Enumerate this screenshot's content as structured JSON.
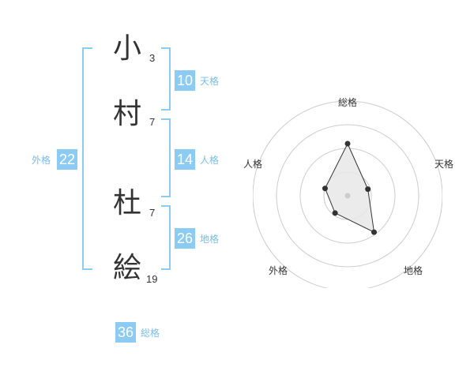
{
  "name": {
    "chars": [
      {
        "char": "小",
        "strokes": "3"
      },
      {
        "char": "村",
        "strokes": "7"
      },
      {
        "char": "杜",
        "strokes": "7"
      },
      {
        "char": "絵",
        "strokes": "19"
      }
    ]
  },
  "fortune": {
    "tenkaku": {
      "value": "10",
      "label": "天格"
    },
    "jinkaku": {
      "value": "14",
      "label": "人格"
    },
    "chikaku": {
      "value": "26",
      "label": "地格"
    },
    "gaikaku": {
      "value": "22",
      "label": "外格"
    },
    "soukaku": {
      "value": "36",
      "label": "総格"
    }
  },
  "colors": {
    "accent": "#8ccbf3",
    "label_accent": "#79bde8",
    "text": "#333333",
    "ring": "#cccccc",
    "radar_fill": "#e8e8e8"
  },
  "chart_data": {
    "type": "radar",
    "axes": [
      "総格",
      "天格",
      "地格",
      "外格",
      "人格"
    ],
    "rings": 4,
    "max": 4,
    "values": [
      2.2,
      0.9,
      1.9,
      0.9,
      1.0
    ]
  }
}
